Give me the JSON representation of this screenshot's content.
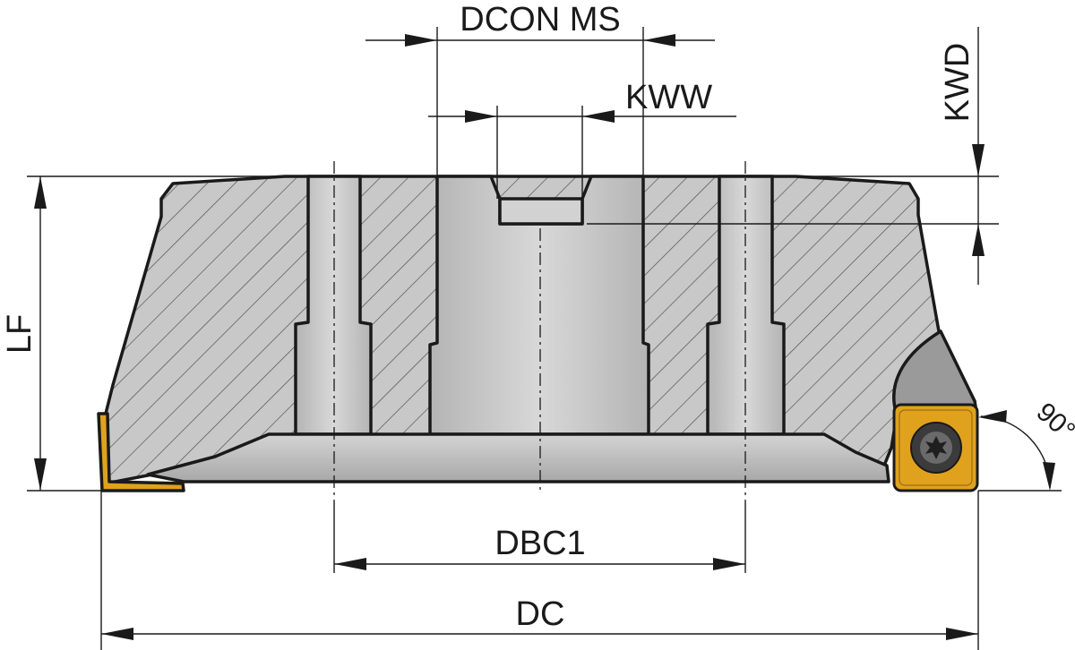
{
  "labels": {
    "dcon_ms": "DCON MS",
    "kww": "KWW",
    "kwd": "KWD",
    "lf": "LF",
    "dbc1": "DBC1",
    "dc": "DC",
    "angle": "90°"
  },
  "colors": {
    "hatch_fill": "#c8c8c8",
    "hatch_line": "#4a4a4a",
    "bore_fill": "#c6c6c6",
    "flange_fill": "#b8b8b8",
    "insert_gold": "#e0a21d",
    "insert_dark": "#3b3b3b",
    "line": "#1a1a1a"
  },
  "icons": {
    "screw": "torx-screw-icon"
  }
}
